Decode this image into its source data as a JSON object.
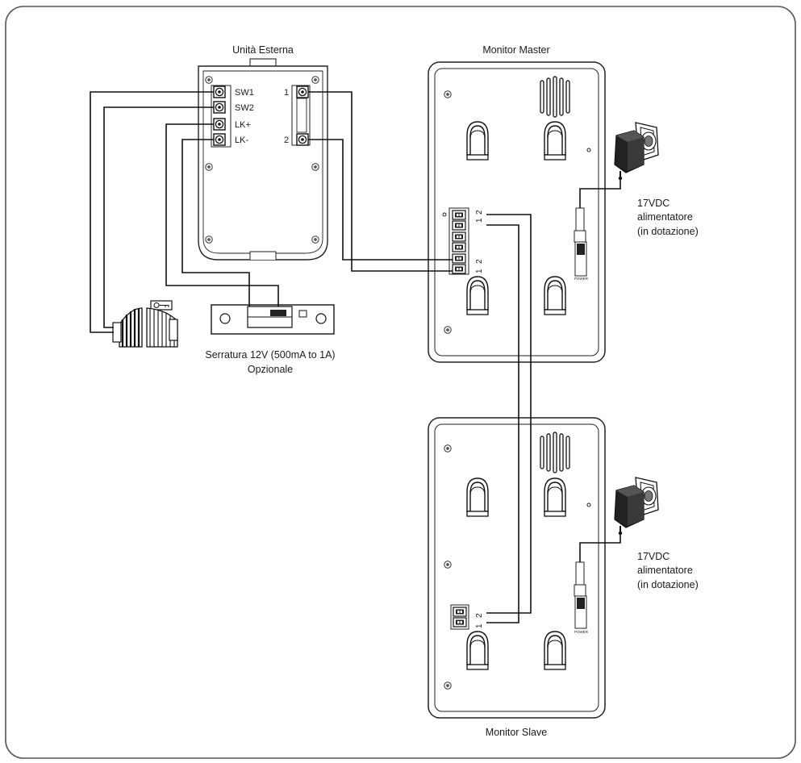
{
  "outdoor_unit": {
    "title": "Unità Esterna",
    "terminals_left": [
      "SW1",
      "SW2",
      "LK+",
      "LK-"
    ],
    "terminals_right": [
      "1",
      "2"
    ]
  },
  "monitor_master": {
    "title": "Monitor Master",
    "connector_numbers": [
      "1",
      "2"
    ],
    "power_label": "POWER"
  },
  "monitor_slave": {
    "title": "Monitor Slave",
    "connector_numbers": [
      "1",
      "2"
    ],
    "power_label": "POWER"
  },
  "power_supply": {
    "line1": "17VDC",
    "line2": "alimentatore",
    "line3": "(in dotazione)"
  },
  "lock": {
    "line1": "Serratura 12V (500mA to 1A)",
    "line2": "Opzionale"
  }
}
